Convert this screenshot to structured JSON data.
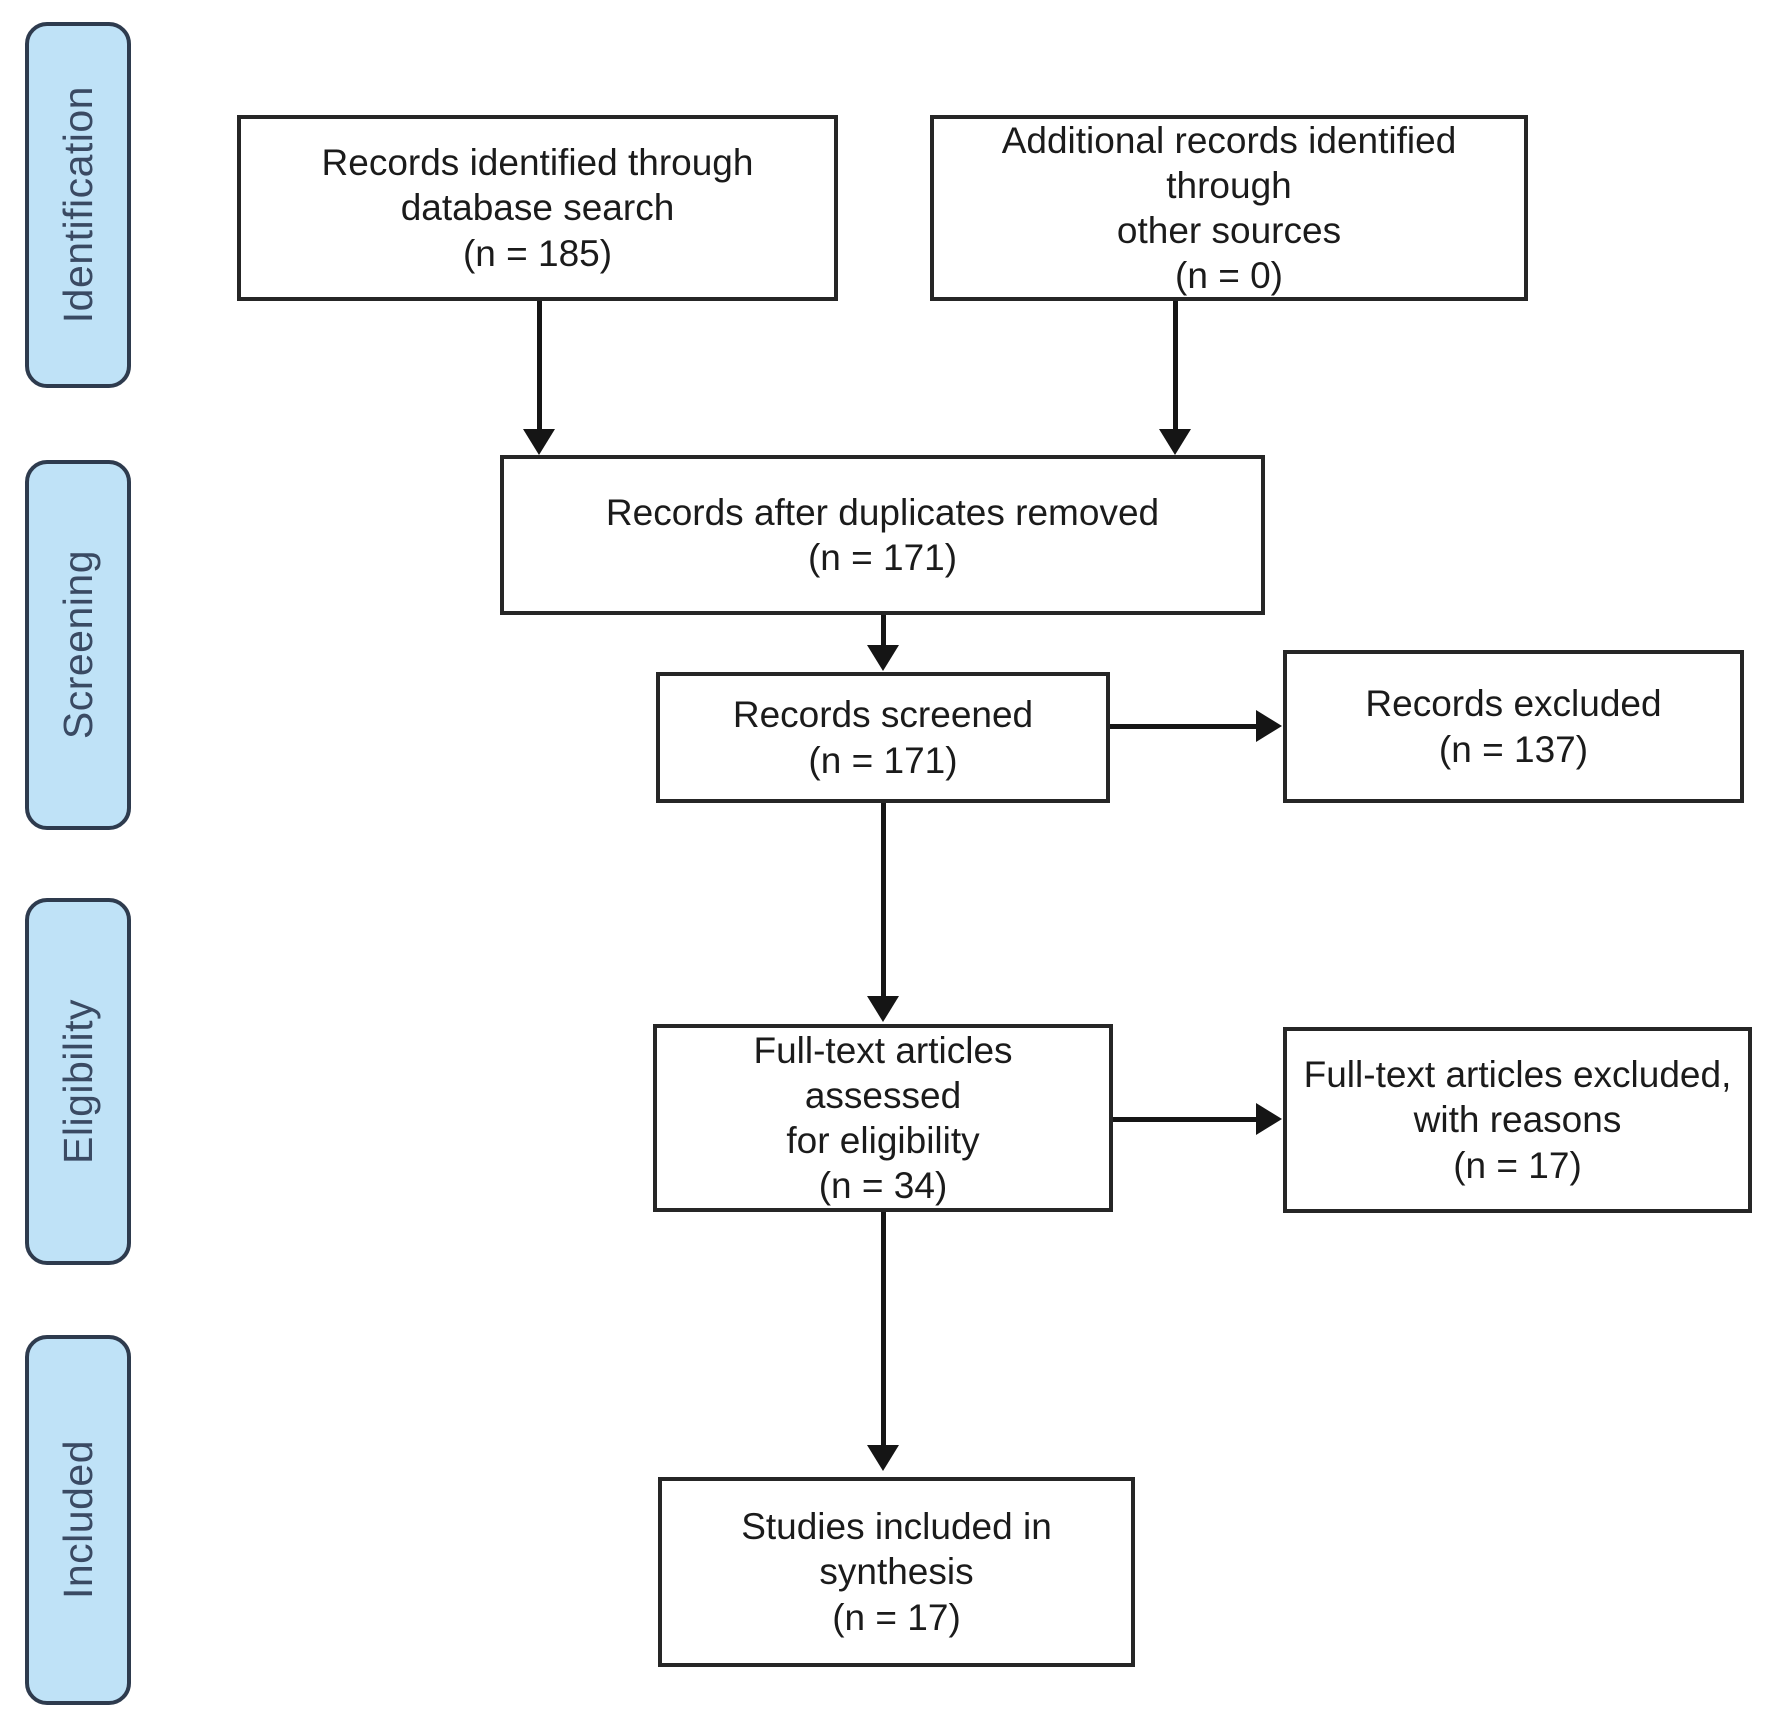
{
  "diagram": {
    "title": "PRISMA flow diagram",
    "type": "flowchart",
    "colors": {
      "stage_fill": "#bfe2f7",
      "stage_border": "#2e3b4e",
      "stage_text": "#3a4a63",
      "box_border": "#262626",
      "box_fill": "#ffffff",
      "connector": "#151515"
    }
  },
  "stages": [
    {
      "id": "identification",
      "label": "Identification"
    },
    {
      "id": "screening",
      "label": "Screening"
    },
    {
      "id": "eligibility",
      "label": "Eligibility"
    },
    {
      "id": "included",
      "label": "Included"
    }
  ],
  "boxes": [
    {
      "id": "records-identified-database",
      "text": "Records identified through\ndatabase search\n(n = 185)",
      "n": 185
    },
    {
      "id": "additional-records-other-sources",
      "text": "Additional records identified through\nother sources\n(n = 0)",
      "n": 0
    },
    {
      "id": "records-after-duplicates-removed",
      "text": "Records after duplicates removed\n(n = 171)",
      "n": 171
    },
    {
      "id": "records-screened",
      "text": "Records screened\n(n = 171)",
      "n": 171
    },
    {
      "id": "records-excluded",
      "text": "Records excluded\n(n = 137)",
      "n": 137
    },
    {
      "id": "full-text-articles-assessed",
      "text": "Full-text articles assessed\nfor eligibility\n(n = 34)",
      "n": 34
    },
    {
      "id": "full-text-articles-excluded",
      "text": "Full-text articles excluded,\nwith reasons\n(n = 17)",
      "n": 17
    },
    {
      "id": "studies-included-in-synthesis",
      "text": "Studies included in\nsynthesis\n(n = 17)",
      "n": 17
    }
  ],
  "connectors": [
    {
      "from": "records-identified-database",
      "to": "records-after-duplicates-removed",
      "direction": "down"
    },
    {
      "from": "additional-records-other-sources",
      "to": "records-after-duplicates-removed",
      "direction": "down"
    },
    {
      "from": "records-after-duplicates-removed",
      "to": "records-screened",
      "direction": "down"
    },
    {
      "from": "records-screened",
      "to": "records-excluded",
      "direction": "right"
    },
    {
      "from": "records-screened",
      "to": "full-text-articles-assessed",
      "direction": "down"
    },
    {
      "from": "full-text-articles-assessed",
      "to": "full-text-articles-excluded",
      "direction": "right"
    },
    {
      "from": "full-text-articles-assessed",
      "to": "studies-included-in-synthesis",
      "direction": "down"
    }
  ]
}
